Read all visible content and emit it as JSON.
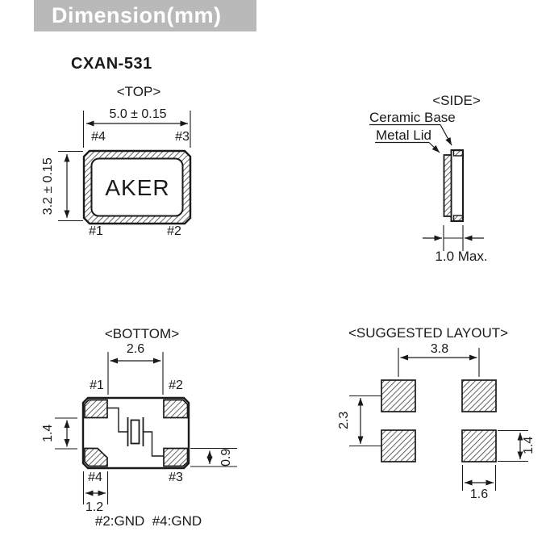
{
  "header": {
    "title": "Dimension(mm)"
  },
  "part_number": "CXAN-531",
  "top_view": {
    "title": "<TOP>",
    "width_dim": "5.0 ± 0.15",
    "height_dim": "3.2 ± 0.15",
    "brand": "AKER",
    "pad_labels": {
      "top_left": "#4",
      "top_right": "#3",
      "bottom_left": "#1",
      "bottom_right": "#2"
    }
  },
  "side_view": {
    "title": "<SIDE>",
    "ceramic_base_label": "Ceramic Base",
    "metal_lid_label": "Metal Lid",
    "thickness_dim": "1.0 Max."
  },
  "bottom_view": {
    "title": "<BOTTOM>",
    "pad_span_dim": "2.6",
    "pad_gap_dim": "1.4",
    "pad_height_dim": "0.9",
    "pad_width_dim": "1.2",
    "pad_labels": {
      "top_left": "#1",
      "top_right": "#2",
      "bottom_left": "#4",
      "bottom_right": "#3"
    },
    "ground_note": "#2:GND  #4:GND"
  },
  "layout_view": {
    "title": "<SUGGESTED LAYOUT>",
    "horizontal_pitch_dim": "3.8",
    "vertical_pitch_dim": "2.3",
    "pad_height_dim": "1.4",
    "pad_width_dim": "1.6"
  },
  "colors": {
    "banner_bg": "#b9b9b9",
    "banner_text": "#ffffff",
    "line": "#1a1a1a",
    "background": "#ffffff"
  }
}
